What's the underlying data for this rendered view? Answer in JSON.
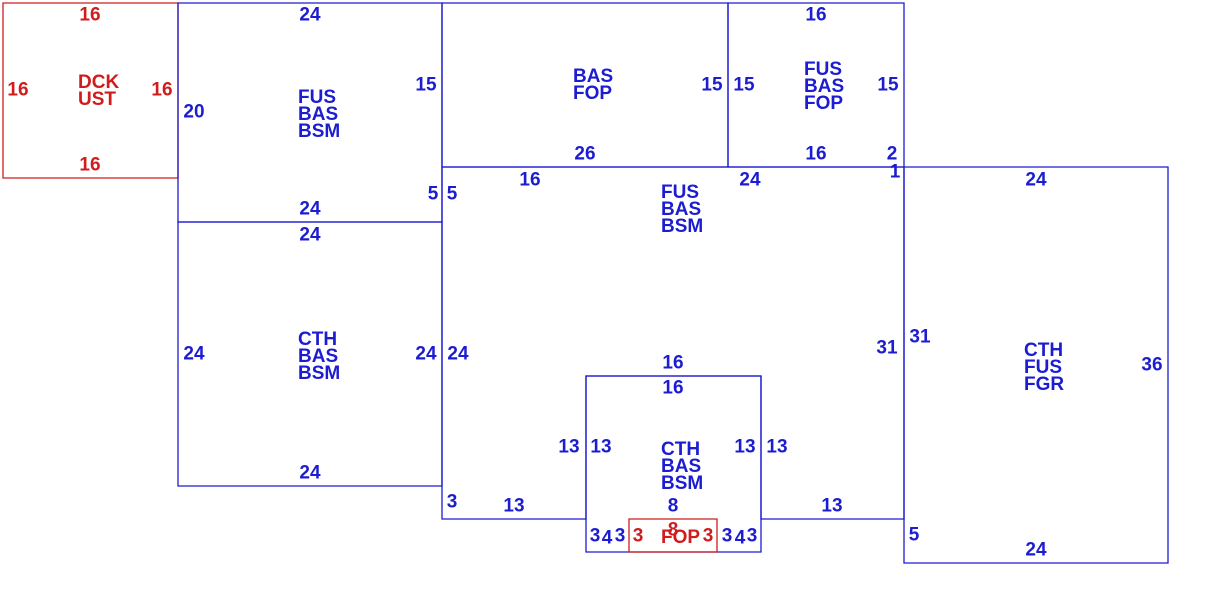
{
  "colors": {
    "primary": "#1c1cd0",
    "secondary": "#d01c1c",
    "background": "#ffffff"
  },
  "areas": [
    {
      "id": "deck",
      "color": "secondary",
      "codes": [
        "DCK",
        "UST"
      ]
    },
    {
      "id": "wing-upper",
      "color": "primary",
      "codes": [
        "FUS",
        "BAS",
        "BSM"
      ]
    },
    {
      "id": "porch-top",
      "color": "primary",
      "codes": [
        "BAS",
        "FOP"
      ]
    },
    {
      "id": "top-right",
      "color": "primary",
      "codes": [
        "FUS",
        "BAS",
        "FOP"
      ]
    },
    {
      "id": "main",
      "color": "primary",
      "codes": [
        "FUS",
        "BAS",
        "BSM"
      ]
    },
    {
      "id": "wing-lower",
      "color": "primary",
      "codes": [
        "CTH",
        "BAS",
        "BSM"
      ]
    },
    {
      "id": "bay",
      "color": "primary",
      "codes": [
        "CTH",
        "BAS",
        "BSM"
      ]
    },
    {
      "id": "garage",
      "color": "primary",
      "codes": [
        "CTH",
        "FUS",
        "FGR"
      ]
    },
    {
      "id": "stoop",
      "color": "secondary",
      "codes": [
        "FOP"
      ]
    }
  ],
  "dimensions": [
    {
      "area": "deck",
      "side": "top",
      "value": "16",
      "color": "secondary"
    },
    {
      "area": "deck",
      "side": "left",
      "value": "16",
      "color": "secondary"
    },
    {
      "area": "deck",
      "side": "right",
      "value": "16",
      "color": "secondary"
    },
    {
      "area": "deck",
      "side": "bottom",
      "value": "16",
      "color": "secondary"
    },
    {
      "area": "wing-upper",
      "side": "top",
      "value": "24",
      "color": "primary"
    },
    {
      "area": "wing-upper",
      "side": "left",
      "value": "20",
      "color": "primary"
    },
    {
      "area": "wing-upper",
      "side": "right",
      "value": "15",
      "color": "primary"
    },
    {
      "area": "wing-upper",
      "side": "right-lower",
      "value": "5",
      "color": "primary"
    },
    {
      "area": "wing-upper",
      "side": "bottom",
      "value": "24",
      "color": "primary"
    },
    {
      "area": "porch-top",
      "side": "right",
      "value": "15",
      "color": "primary"
    },
    {
      "area": "porch-top",
      "side": "bottom",
      "value": "26",
      "color": "primary"
    },
    {
      "area": "top-right",
      "side": "top",
      "value": "16",
      "color": "primary"
    },
    {
      "area": "top-right",
      "side": "left",
      "value": "15",
      "color": "primary"
    },
    {
      "area": "top-right",
      "side": "right",
      "value": "15",
      "color": "primary"
    },
    {
      "area": "top-right",
      "side": "bottom",
      "value": "16",
      "color": "primary"
    },
    {
      "area": "top-right",
      "side": "corner-a",
      "value": "2",
      "color": "primary"
    },
    {
      "area": "top-right",
      "side": "corner-b",
      "value": "1",
      "color": "primary"
    },
    {
      "area": "main",
      "side": "left-upper",
      "value": "5",
      "color": "primary"
    },
    {
      "area": "main",
      "side": "top-left",
      "value": "16",
      "color": "primary"
    },
    {
      "area": "main",
      "side": "top-right",
      "value": "24",
      "color": "primary"
    },
    {
      "area": "main",
      "side": "left",
      "value": "24",
      "color": "primary"
    },
    {
      "area": "main",
      "side": "right",
      "value": "31",
      "color": "primary"
    },
    {
      "area": "main",
      "side": "left-lower",
      "value": "3",
      "color": "primary"
    },
    {
      "area": "main",
      "side": "bottom-left",
      "value": "13",
      "color": "primary"
    },
    {
      "area": "main",
      "side": "bottom-right",
      "value": "13",
      "color": "primary"
    },
    {
      "area": "main",
      "side": "bay-top",
      "value": "16",
      "color": "primary"
    },
    {
      "area": "main",
      "side": "bay-left",
      "value": "13",
      "color": "primary"
    },
    {
      "area": "main",
      "side": "bay-right",
      "value": "13",
      "color": "primary"
    },
    {
      "area": "wing-lower",
      "side": "top",
      "value": "24",
      "color": "primary"
    },
    {
      "area": "wing-lower",
      "side": "left",
      "value": "24",
      "color": "primary"
    },
    {
      "area": "wing-lower",
      "side": "right",
      "value": "24",
      "color": "primary"
    },
    {
      "area": "wing-lower",
      "side": "bottom",
      "value": "24",
      "color": "primary"
    },
    {
      "area": "bay",
      "side": "top",
      "value": "16",
      "color": "primary"
    },
    {
      "area": "bay",
      "side": "left",
      "value": "13",
      "color": "primary"
    },
    {
      "area": "bay",
      "side": "right",
      "value": "13",
      "color": "primary"
    },
    {
      "area": "bay",
      "side": "bottom",
      "value": "8",
      "color": "primary"
    },
    {
      "area": "bay",
      "side": "bottom-left-a",
      "value": "3",
      "color": "primary"
    },
    {
      "area": "bay",
      "side": "bottom-left-b",
      "value": "4",
      "color": "primary"
    },
    {
      "area": "bay",
      "side": "bottom-left-c",
      "value": "3",
      "color": "primary"
    },
    {
      "area": "bay",
      "side": "bottom-right-a",
      "value": "3",
      "color": "primary"
    },
    {
      "area": "bay",
      "side": "bottom-right-b",
      "value": "4",
      "color": "primary"
    },
    {
      "area": "bay",
      "side": "bottom-right-c",
      "value": "3",
      "color": "primary"
    },
    {
      "area": "stoop",
      "side": "left",
      "value": "3",
      "color": "secondary"
    },
    {
      "area": "stoop",
      "side": "top",
      "value": "8",
      "color": "secondary"
    },
    {
      "area": "stoop",
      "side": "right",
      "value": "3",
      "color": "secondary"
    },
    {
      "area": "garage",
      "side": "top",
      "value": "24",
      "color": "primary"
    },
    {
      "area": "garage",
      "side": "left",
      "value": "31",
      "color": "primary"
    },
    {
      "area": "garage",
      "side": "right",
      "value": "36",
      "color": "primary"
    },
    {
      "area": "garage",
      "side": "left-lower",
      "value": "5",
      "color": "primary"
    },
    {
      "area": "garage",
      "side": "bottom",
      "value": "24",
      "color": "primary"
    }
  ]
}
